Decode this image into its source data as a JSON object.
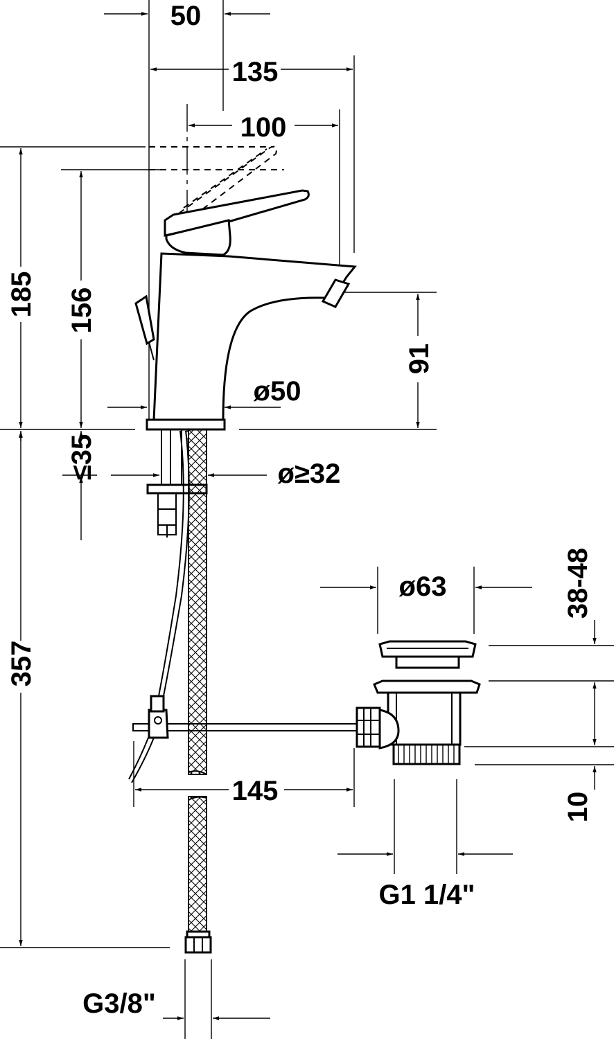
{
  "dimensions": {
    "d50": "50",
    "d135": "135",
    "d100": "100",
    "d185": "185",
    "d156": "156",
    "d91": "91",
    "dia50": "ø50",
    "le35": "≤35",
    "dia_ge32": "ø≥32",
    "dia63": "ø63",
    "d38_48": "38-48",
    "d357": "357",
    "d145": "145",
    "d10": "10",
    "g1_14": "G1 1/4\"",
    "g3_8": "G3/8\""
  }
}
